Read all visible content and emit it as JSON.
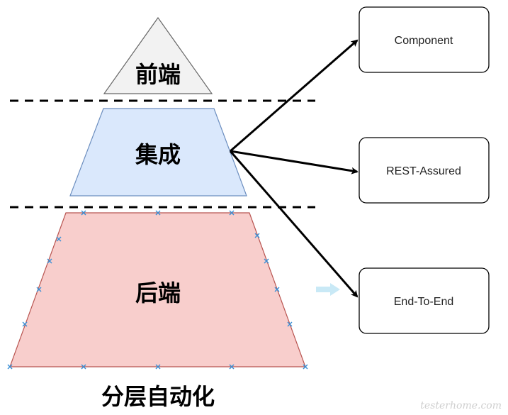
{
  "pyramid": {
    "top": {
      "label": "前端",
      "fill": "#f2f2f2",
      "stroke": "#666666"
    },
    "middle": {
      "label": "集成",
      "fill": "#dae8fc",
      "stroke": "#6c8ebf"
    },
    "bottom": {
      "label": "后端",
      "fill": "#f8cecc",
      "stroke": "#b85450"
    }
  },
  "boxes": [
    {
      "label": "Component"
    },
    {
      "label": "REST-Assured"
    },
    {
      "label": "End-To-End"
    }
  ],
  "caption": "分层自动化",
  "watermark": "testerhome.com",
  "colors": {
    "handles": "#3a8fd6",
    "arrows": "#000000",
    "ghost_arrow": "#c9e9f6"
  }
}
